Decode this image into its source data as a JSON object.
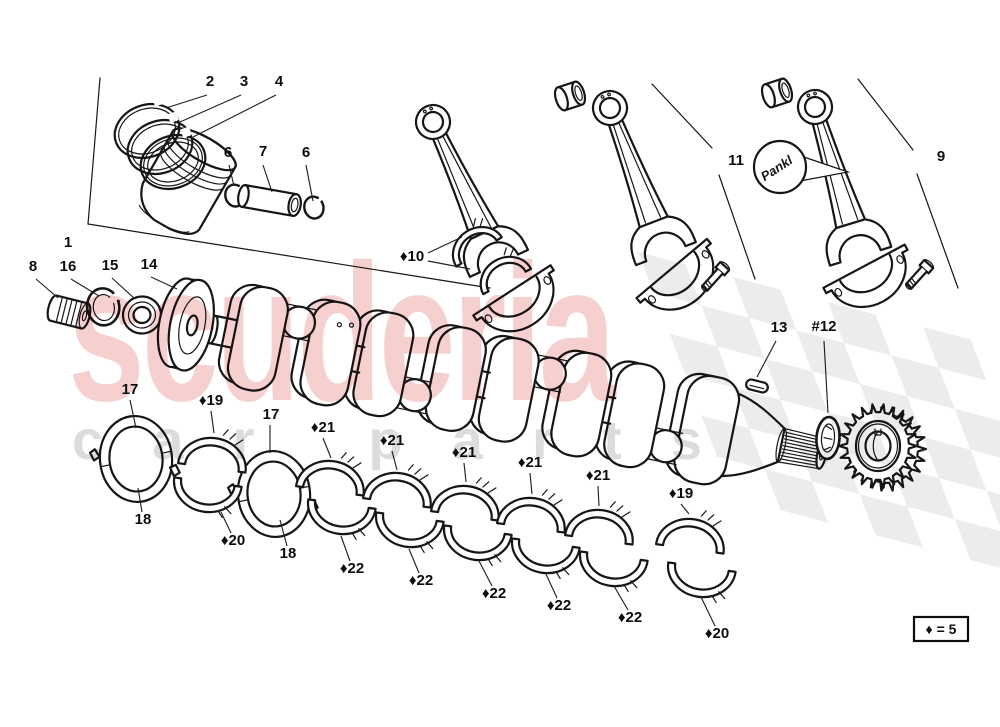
{
  "page": {
    "background": "#ffffff",
    "description": "crankshaft exploded parts diagram"
  },
  "watermark": {
    "brand": "scuderia",
    "tagline": "car parts",
    "brand_color": "#f6cfcf",
    "tagline_color": "#dcdcdc",
    "checker_color": "#ececec"
  },
  "legend": {
    "symbol": "♦",
    "value": "5",
    "text": "♦ = 5"
  },
  "stamps": {
    "rod_brand": "Pankl"
  },
  "line_color": "#161616",
  "callouts": [
    {
      "id": "group-piston",
      "label": "1"
    },
    {
      "id": "ring-top",
      "label": "2"
    },
    {
      "id": "ring-mid",
      "label": "3"
    },
    {
      "id": "ring-oil",
      "label": "4"
    },
    {
      "id": "clip-left",
      "label": "6"
    },
    {
      "id": "piston-pin",
      "label": "7"
    },
    {
      "id": "clip-right",
      "label": "6"
    },
    {
      "id": "plug",
      "label": "8"
    },
    {
      "id": "snap-ring",
      "label": "16"
    },
    {
      "id": "bushing-ring",
      "label": "15"
    },
    {
      "id": "front-disc",
      "label": "14"
    },
    {
      "id": "rod-shells",
      "label": "♦10"
    },
    {
      "id": "rod-group-center",
      "label": "11"
    },
    {
      "id": "rod-group-right",
      "label": "9"
    },
    {
      "id": "woodruff-key",
      "label": "13"
    },
    {
      "id": "rear-snap-ring",
      "label": "#12"
    },
    {
      "id": "thrust-upper-1",
      "label": "17"
    },
    {
      "id": "shell-upper-19a",
      "label": "♦19"
    },
    {
      "id": "thrust-upper-2",
      "label": "17"
    },
    {
      "id": "shell-upper-21a",
      "label": "♦21"
    },
    {
      "id": "shell-upper-21b",
      "label": "♦21"
    },
    {
      "id": "shell-upper-21c",
      "label": "♦21"
    },
    {
      "id": "shell-upper-21d",
      "label": "♦21"
    },
    {
      "id": "shell-upper-21e",
      "label": "♦21"
    },
    {
      "id": "shell-upper-19b",
      "label": "♦19"
    },
    {
      "id": "thrust-lower-1",
      "label": "18"
    },
    {
      "id": "shell-lower-20a",
      "label": "♦20"
    },
    {
      "id": "thrust-lower-2",
      "label": "18"
    },
    {
      "id": "shell-lower-22a",
      "label": "♦22"
    },
    {
      "id": "shell-lower-22b",
      "label": "♦22"
    },
    {
      "id": "shell-lower-22c",
      "label": "♦22"
    },
    {
      "id": "shell-lower-22d",
      "label": "♦22"
    },
    {
      "id": "shell-lower-22e",
      "label": "♦22"
    },
    {
      "id": "shell-lower-20b",
      "label": "♦20"
    }
  ]
}
